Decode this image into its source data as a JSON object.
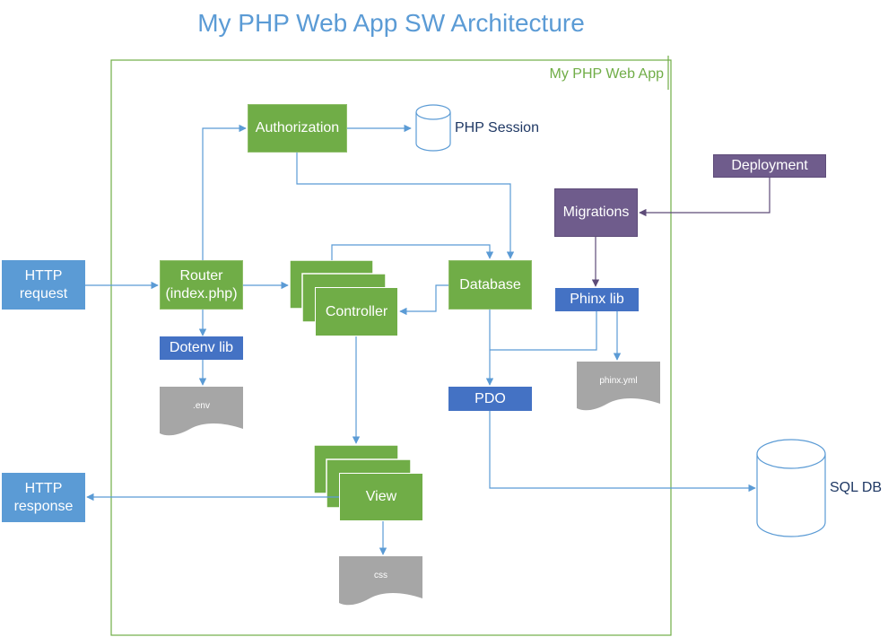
{
  "title": "My PHP Web App SW Architecture",
  "frame_label": "My PHP Web App",
  "nodes": {
    "http_request": "HTTP\nrequest",
    "http_response": "HTTP\nresponse",
    "router": "Router\n(index.php)",
    "authorization": "Authorization",
    "php_session": "PHP Session",
    "dotenv_lib": "Dotenv lib",
    "env_file": ".env",
    "controller": "Controller",
    "database": "Database",
    "view": "View",
    "css_file": "css",
    "migrations": "Migrations",
    "deployment": "Deployment",
    "phinx_lib": "Phinx lib",
    "phinx_yml": "phinx.yml",
    "pdo": "PDO",
    "sql_db": "SQL DB"
  },
  "colors": {
    "title": "#5b9bd5",
    "frame": "#70ad47",
    "component": "#70ad47",
    "endpoint": "#5b9bd5",
    "library": "#4472c4",
    "deploy": "#6f5c8c",
    "document": "#a6a6a6",
    "arrow": "#5b9bd5"
  }
}
